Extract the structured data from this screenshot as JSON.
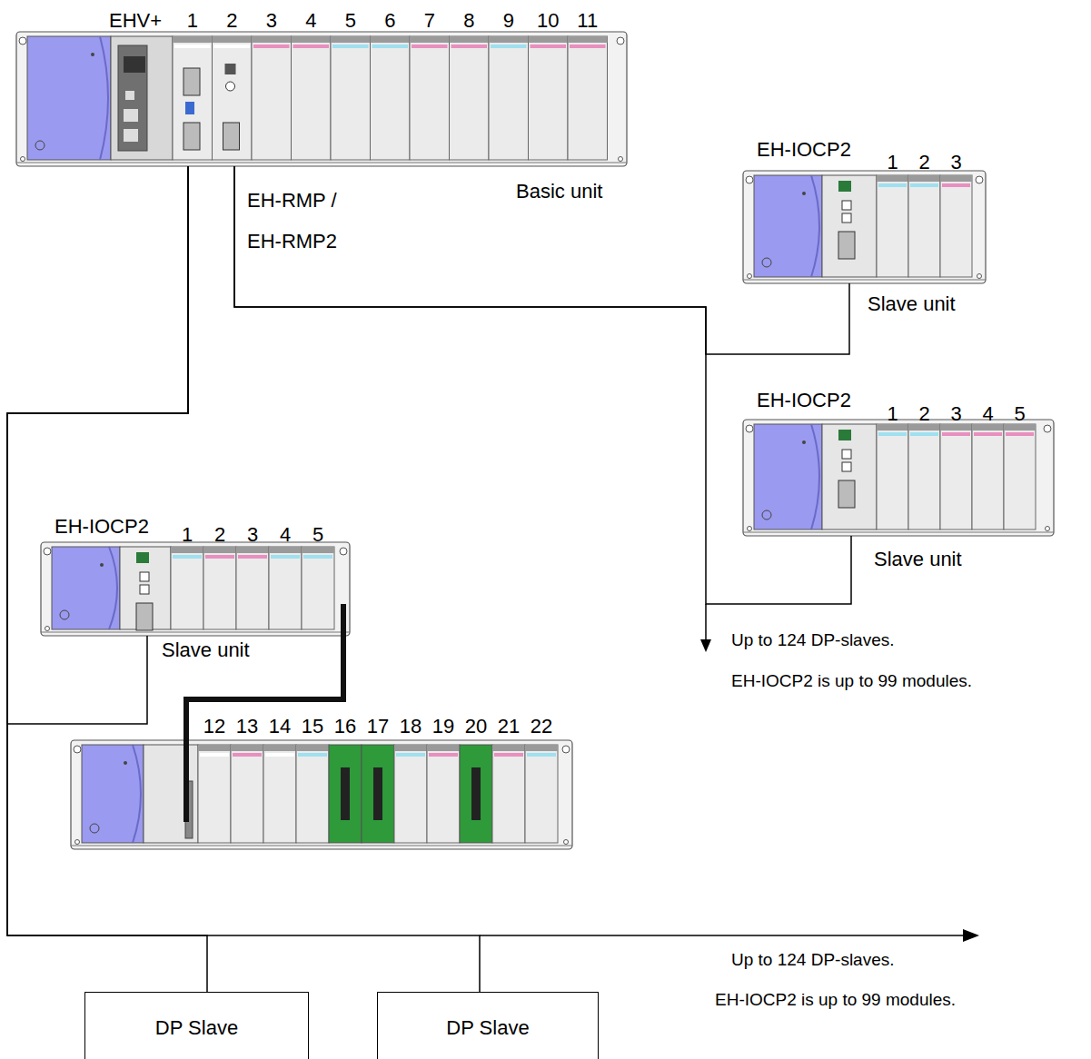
{
  "diagram": {
    "nodes": [
      {
        "text": [
          "EHV+",
          "Basic unit"
        ]
      },
      {
        "text": [
          "EH-IOCP2",
          "Slave unit"
        ]
      },
      {
        "text": [
          "EH-IOCP2",
          "Slave unit"
        ]
      },
      {
        "text": [
          "EH-IOCP2",
          "Slave unit"
        ]
      },
      {
        "text": [
          "DP Slave"
        ]
      },
      {
        "text": [
          "DP Slave"
        ]
      }
    ],
    "edges": [
      {
        "from": 0,
        "to": 1,
        "arrow": "none"
      },
      {
        "from": 0,
        "to": 2,
        "arrow": "none"
      },
      {
        "from": 0,
        "to": 3,
        "arrow": "none"
      },
      {
        "from": 0,
        "to": 4,
        "arrow": "none"
      },
      {
        "from": 0,
        "to": 5,
        "arrow": "none"
      }
    ],
    "labels": [
      "1",
      "2",
      "3",
      "4",
      "5",
      "6",
      "7",
      "8",
      "9",
      "10",
      "11",
      "EH-RMP / EH-RMP2",
      "1",
      "2",
      "3",
      "1",
      "2",
      "3",
      "4",
      "5",
      "1",
      "2",
      "3",
      "4",
      "5",
      "12",
      "13",
      "14",
      "15",
      "16",
      "17",
      "18",
      "19",
      "20",
      "21",
      "22",
      "Up to 124 DP-slaves.",
      "EH-IOCP2 is up to 99 modules.",
      "Up to 124 DP-slaves.",
      "EH-IOCP2 is up to 99 modules."
    ]
  }
}
